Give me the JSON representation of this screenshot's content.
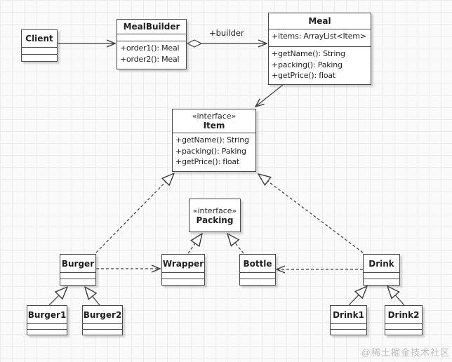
{
  "watermark": "@稀土掘金技术社区",
  "labels": {
    "builder": "+builder"
  },
  "colors": {
    "background": "#fafafa",
    "grid_line": "#ececec",
    "box_fill": "#ffffff",
    "box_border": "#4a4a4a",
    "connector": "#3a3a3a",
    "text": "#1f1f1f",
    "watermark": "#bdbdbd"
  },
  "classes": {
    "client": {
      "name": "Client"
    },
    "mealBuilder": {
      "name": "MealBuilder",
      "methods": [
        "+order1(): Meal",
        "+order2(): Meal"
      ]
    },
    "meal": {
      "name": "Meal",
      "attributes": [
        "+items: ArrayList<Item>"
      ],
      "methods": [
        "+getName(): String",
        "+packing(): Paking",
        "+getPrice(): float"
      ]
    },
    "item": {
      "stereotype": "«interface»",
      "name": "Item",
      "methods": [
        "+getName(): String",
        "+packing(): Paking",
        "+getPrice(): float"
      ]
    },
    "packing": {
      "stereotype": "«interface»",
      "name": "Packing"
    },
    "burger": {
      "name": "Burger"
    },
    "wrapper": {
      "name": "Wrapper"
    },
    "bottle": {
      "name": "Bottle"
    },
    "drink": {
      "name": "Drink"
    },
    "burger1": {
      "name": "Burger1"
    },
    "burger2": {
      "name": "Burger2"
    },
    "drink1": {
      "name": "Drink1"
    },
    "drink2": {
      "name": "Drink2"
    }
  },
  "relationships": [
    {
      "from": "Client",
      "to": "MealBuilder",
      "type": "association"
    },
    {
      "from": "MealBuilder",
      "to": "Meal",
      "type": "aggregation",
      "label": "+builder"
    },
    {
      "from": "Meal",
      "to": "Item",
      "type": "association"
    },
    {
      "from": "Burger",
      "to": "Item",
      "type": "realization"
    },
    {
      "from": "Drink",
      "to": "Item",
      "type": "realization"
    },
    {
      "from": "Wrapper",
      "to": "Packing",
      "type": "realization"
    },
    {
      "from": "Bottle",
      "to": "Packing",
      "type": "realization"
    },
    {
      "from": "Burger",
      "to": "Wrapper",
      "type": "dependency"
    },
    {
      "from": "Drink",
      "to": "Bottle",
      "type": "dependency"
    },
    {
      "from": "Burger1",
      "to": "Burger",
      "type": "generalization"
    },
    {
      "from": "Burger2",
      "to": "Burger",
      "type": "generalization"
    },
    {
      "from": "Drink1",
      "to": "Drink",
      "type": "generalization"
    },
    {
      "from": "Drink2",
      "to": "Drink",
      "type": "generalization"
    }
  ]
}
